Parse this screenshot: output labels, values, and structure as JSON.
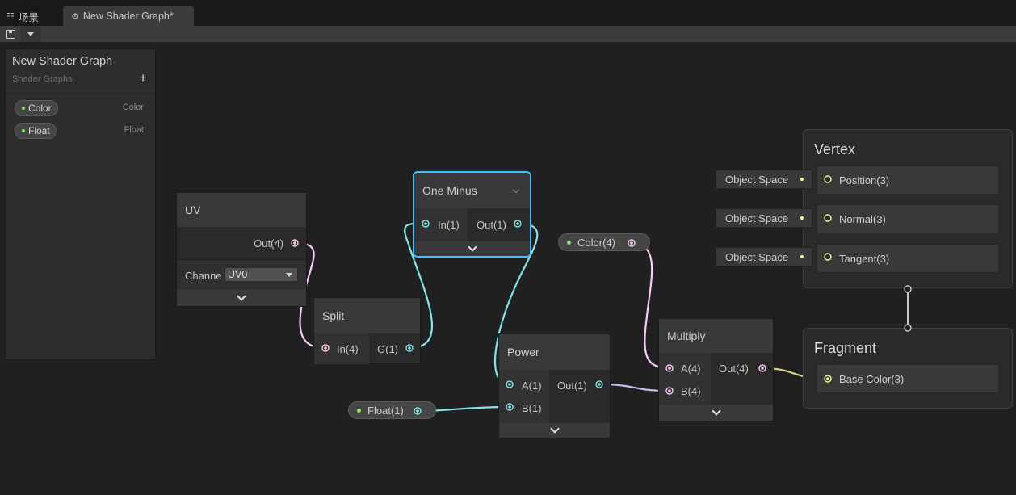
{
  "tabs": [
    {
      "label": "场景",
      "icon": "grid-icon"
    },
    {
      "label": "New Shader Graph*",
      "icon": "shader-graph-icon"
    }
  ],
  "toolbar": {
    "save_icon": "save-icon",
    "dropdown_icon": "dropdown-arrow-icon"
  },
  "blackboard": {
    "title": "New Shader Graph",
    "subtitle": "Shader Graphs",
    "add_label": "+",
    "properties": [
      {
        "name": "Color",
        "type": "Color"
      },
      {
        "name": "Float",
        "type": "Float"
      }
    ]
  },
  "nodes": {
    "uv": {
      "title": "UV",
      "out": "Out(4)",
      "channel_label": "Channe",
      "channel_value": "UV0"
    },
    "split": {
      "title": "Split",
      "in": "In(4)",
      "out": "G(1)"
    },
    "one_minus": {
      "title": "One Minus",
      "in": "In(1)",
      "out": "Out(1)"
    },
    "power": {
      "title": "Power",
      "in_a": "A(1)",
      "in_b": "B(1)",
      "out": "Out(1)"
    },
    "multiply": {
      "title": "Multiply",
      "in_a": "A(4)",
      "in_b": "B(4)",
      "out": "Out(4)"
    },
    "color_prop": {
      "label": "Color(4)"
    },
    "float_prop": {
      "label": "Float(1)"
    }
  },
  "master": {
    "vertex": {
      "title": "Vertex",
      "slots": [
        {
          "label": "Position(3)",
          "space": "Object Space"
        },
        {
          "label": "Normal(3)",
          "space": "Object Space"
        },
        {
          "label": "Tangent(3)",
          "space": "Object Space"
        }
      ]
    },
    "fragment": {
      "title": "Fragment",
      "slots": [
        {
          "label": "Base Color(3)"
        }
      ]
    }
  },
  "colors": {
    "background": "#202020",
    "wire_float": "#84e4e7",
    "wire_vector4": "#fbcbf4",
    "wire_vector3": "#f6ff9a",
    "selection": "#44c0ff",
    "property_dot": "#8be36c"
  }
}
